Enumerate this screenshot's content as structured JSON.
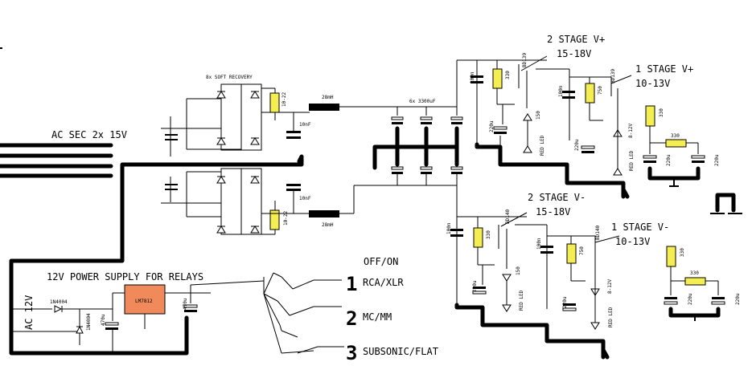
{
  "labels": {
    "soft_recovery": "8x SOFT RECOVERY",
    "ac_sec": "AC SEC 2x 15V",
    "cap_bank": "6x 3300uF",
    "inductor": "28mH",
    "res_10_22": "10-22",
    "cap_10nf": "10nF",
    "stage2_pos": "2 STAGE V+",
    "stage2_pos_v": "15-18V",
    "stage1_pos": "1 STAGE V+",
    "stage1_pos_v": "10-13V",
    "stage2_neg": "2 STAGE V-",
    "stage2_neg_v": "15-18V",
    "stage1_neg": "1 STAGE V-",
    "stage1_neg_v": "10-13V",
    "bd139": "BD139",
    "bd140": "BD140",
    "r330": "330",
    "r750": "750",
    "led_red": "RED LED",
    "cap_100n": "100n",
    "cap_220u": "220u",
    "r150": "150",
    "r8_12v": "8-12V",
    "relay_psu": "12V POWER SUPPLY FOR RELAYS",
    "ac12": "AC 12V",
    "diode_1n4004": "1N4004",
    "diode_1n4004b": "1N4004",
    "cap_470u": "470u",
    "cap_470u_b": "470u",
    "regulator": "LM7812",
    "off_on": "OFF/ON",
    "sw1_num": "1",
    "sw1_label": "RCA/XLR",
    "sw2_num": "2",
    "sw2_label": "MC/MM",
    "sw3_num": "3",
    "sw3_label": "SUBSONIC/FLAT"
  }
}
